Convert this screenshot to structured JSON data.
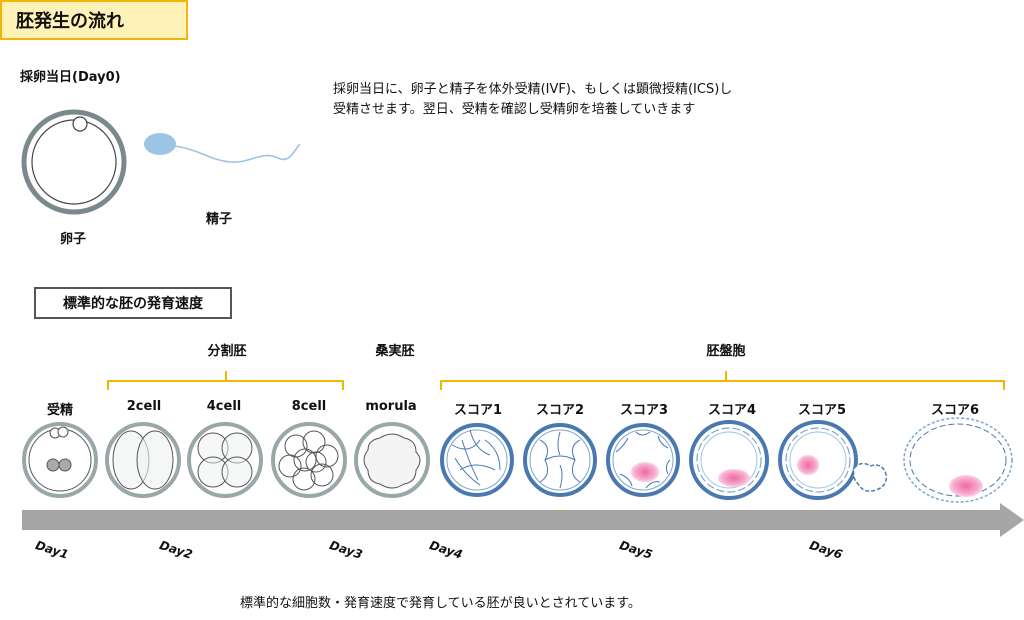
{
  "title": "胚発生の流れ",
  "intro": {
    "heading": "採卵当日(Day0)",
    "egg_label": "卵子",
    "sperm_label": "精子",
    "description_line1": "採卵当日に、卵子と精子を体外受精(IVF)、もしくは顕微授精(ICS)し",
    "description_line2": "受精させます。翌日、受精を確認し受精卵を培養していきます"
  },
  "section_title": "標準的な胚の発育速度",
  "groups": {
    "cleavage": "分割胚",
    "morula": "桑実胚",
    "blastocyst": "胚盤胞"
  },
  "stages": [
    "受精",
    "2cell",
    "4cell",
    "8cell",
    "morula",
    "スコア1",
    "スコア2",
    "スコア3",
    "スコア4",
    "スコア5",
    "スコア6"
  ],
  "days": [
    "Day1",
    "Day2",
    "Day3",
    "Day4",
    "Day5",
    "Day6"
  ],
  "footer": "標準的な細胞数・発育速度で発育している胚が良いとされています。",
  "colors": {
    "title_fill": "#fff2b8",
    "title_border": "#f2b705",
    "bracket": "#f2b705",
    "arrow": "#a6a6a6",
    "blast_ring": "#4a78b0",
    "icm_pink": "#f29ac2"
  }
}
